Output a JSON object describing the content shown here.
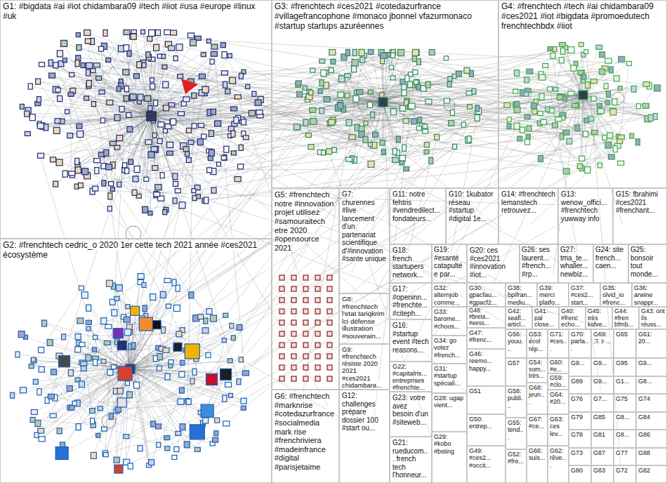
{
  "diagram": {
    "nodes": [
      {
        "text": [
          "G1: #bigdata #ai #iot chidambara09 #tech #iiot #usa #europe #linux #uk"
        ]
      },
      {
        "text": [
          "G3: #frenchtech #ces2021 #cotedazurfrance #villagefrancophone #monaco jbonnel vfazurmonaco #startup startups azuréennes"
        ]
      },
      {
        "text": [
          "G4: #frenchtech #tech #ai chidambara09 #ces2021 #iot #bigdata #promoedutech frenchtechbdx #iiot"
        ]
      },
      {
        "text": [
          "G2: #frenchtech cedric_o 2020 1er cette tech 2021 année #ces2021 écosystème"
        ]
      },
      {
        "text": [
          "G5: #frenchtech notre #innovation projet utilisez #samouraitech etre 2020 #opensource 2021"
        ]
      },
      {
        "text": [
          "G6: #frenchtech #marknrise #cotedazurfrance #socialmedia mark rise #frenchriviera #madeinfrance #digital #parisjetaime"
        ]
      },
      {
        "text": [
          "G7: churennes #live lancement d'un partenariat scientifique d'#innovation #sante unique"
        ]
      },
      {
        "text": [
          "G8: #frenchtech l'etat tariqkrim lci défense illustration #souverain..."
        ]
      },
      {
        "text": [
          "G9: #frenchtech résiste 2020 2021 #ces2021 chidambara..."
        ]
      },
      {
        "text": [
          "G12: challenges prépare dossier 100 #start ou..."
        ]
      },
      {
        "text": [
          "G11: notre fehtris #vendredilect... fondateurs..."
        ]
      },
      {
        "text": [
          "G10: 1kubator réseau #startup #digital 1e..."
        ]
      },
      {
        "text": [
          "G14: #frenchtech lemanstech retrouvez..."
        ]
      },
      {
        "text": [
          "G13: wenow_offici... #frenchtech yuwway info"
        ]
      },
      {
        "text": [
          "G15: fbrahimi #ces2021 #frenchant..."
        ]
      },
      {
        "text": [
          "G18: french startupers network..."
        ]
      },
      {
        "text": [
          "G19: #esanté catapultée par..."
        ]
      },
      {
        "text": [
          "G20: ces #ces2021 #innovation #iot..."
        ]
      },
      {
        "text": [
          "G26: ses laurent... #french... #rp..."
        ]
      },
      {
        "text": [
          "G27: tma_te... whaller... newbiz..."
        ]
      },
      {
        "text": [
          "G24: site french... caen..."
        ]
      },
      {
        "text": [
          "G25: bonsoir tout monde..."
        ]
      },
      {
        "text": [
          "G17: #openinn... #frenchte... #citeph..."
        ]
      },
      {
        "text": [
          "G32: alternjob comme..."
        ]
      },
      {
        "text": [
          "G30: gpacfau... #gpacf2..."
        ]
      },
      {
        "text": [
          "G38: bpifran... mediu..."
        ]
      },
      {
        "text": [
          "G39: merci platfo..."
        ]
      },
      {
        "text": [
          "G37: #ces2... start..."
        ]
      },
      {
        "text": [
          "G35: olvid_io #frenc..."
        ]
      },
      {
        "text": [
          "G36: arwine snappr..."
        ]
      },
      {
        "text": [
          "G16: #startup event #tech reasons..."
        ]
      },
      {
        "text": [
          "G33: barome... #choos..."
        ]
      },
      {
        "text": [
          "G48: #breta... #eess..."
        ]
      },
      {
        "text": [
          "G42: seafl... articl..."
        ]
      },
      {
        "text": [
          "G41: pal close..."
        ]
      },
      {
        "text": [
          "G40: #frenc echo..."
        ]
      },
      {
        "text": [
          "G45: très kidve..."
        ]
      },
      {
        "text": [
          "G44: #fren bfmb..."
        ]
      },
      {
        "text": [
          "G43: ont ils réuss..."
        ]
      },
      {
        "text": [
          "G47: #frenc..."
        ]
      },
      {
        "text": [
          "G56: youu..."
        ]
      },
      {
        "text": [
          "G53: écol rép..."
        ]
      },
      {
        "text": [
          "G71: #ces..."
        ]
      },
      {
        "text": [
          "G70: parla..."
        ]
      },
      {
        "text": [
          "G69: スト..."
        ]
      },
      {
        "text": [
          "G65"
        ]
      },
      {
        "text": [
          "G61: 20..."
        ]
      },
      {
        "text": [
          "G34: go votez #french..."
        ]
      },
      {
        "text": [
          "G46: reemo... happy..."
        ]
      },
      {
        "text": [
          "G57"
        ]
      },
      {
        "text": [
          "G54: som... très..."
        ]
      },
      {
        "text": [
          "G60: #e..."
        ]
      },
      {
        "text": [
          "G22: #capitalris... entreprises #frenchte..."
        ]
      },
      {
        "text": [
          "G31: #startup spéciali..."
        ]
      },
      {
        "text": [
          "G59: #clo..."
        ]
      },
      {
        "text": [
          "G9..."
        ]
      },
      {
        "text": [
          "G9..."
        ]
      },
      {
        "text": [
          "G95"
        ]
      },
      {
        "text": [
          "G9..."
        ]
      },
      {
        "text": [
          "G89"
        ]
      },
      {
        "text": [
          "G9..."
        ]
      },
      {
        "text": [
          "G1..."
        ]
      },
      {
        "text": [
          "G8..."
        ]
      },
      {
        "text": [
          "G64: #20..."
        ]
      },
      {
        "text": [
          "G68: jeun..."
        ]
      },
      {
        "text": [
          "G51"
        ]
      },
      {
        "text": [
          "G58: publi..."
        ]
      },
      {
        "text": [
          "G23: votre avez besoin d'un #siteweb..."
        ]
      },
      {
        "text": [
          "G28: ugap vient..."
        ]
      },
      {
        "text": [
          "G76"
        ]
      },
      {
        "text": [
          "G7..."
        ]
      },
      {
        "text": [
          "G75"
        ]
      },
      {
        "text": [
          "G74"
        ]
      },
      {
        "text": [
          "G79"
        ]
      },
      {
        "text": [
          "G85"
        ]
      },
      {
        "text": [
          "G8..."
        ]
      },
      {
        "text": [
          "G84"
        ]
      },
      {
        "text": [
          "G50: entrep..."
        ]
      },
      {
        "text": [
          "G55: tend..."
        ]
      },
      {
        "text": [
          "G67: #ce..."
        ]
      },
      {
        "text": [
          "G63: ces lev..."
        ]
      },
      {
        "text": [
          "G78"
        ]
      },
      {
        "text": [
          "G81"
        ]
      },
      {
        "text": [
          "G8..."
        ]
      },
      {
        "text": [
          "G86"
        ]
      },
      {
        "text": [
          "G21: rueducom... french tech l'honneur..."
        ]
      },
      {
        "text": [
          "G29: #kobo #bsting"
        ]
      },
      {
        "text": [
          "G49: #ces2... #occit..."
        ]
      },
      {
        "text": [
          "G52: #fre..."
        ]
      },
      {
        "text": [
          "G66: suis..."
        ]
      },
      {
        "text": [
          "G62: rêve..."
        ]
      },
      {
        "text": [
          "G73"
        ]
      },
      {
        "text": [
          "G87"
        ]
      },
      {
        "text": [
          "G77"
        ]
      },
      {
        "text": [
          "G88"
        ]
      },
      {
        "text": [
          "G80"
        ]
      },
      {
        "text": [
          "G83"
        ]
      },
      {
        "text": [
          "G72"
        ]
      },
      {
        "text": [
          "G82"
        ]
      }
    ]
  }
}
